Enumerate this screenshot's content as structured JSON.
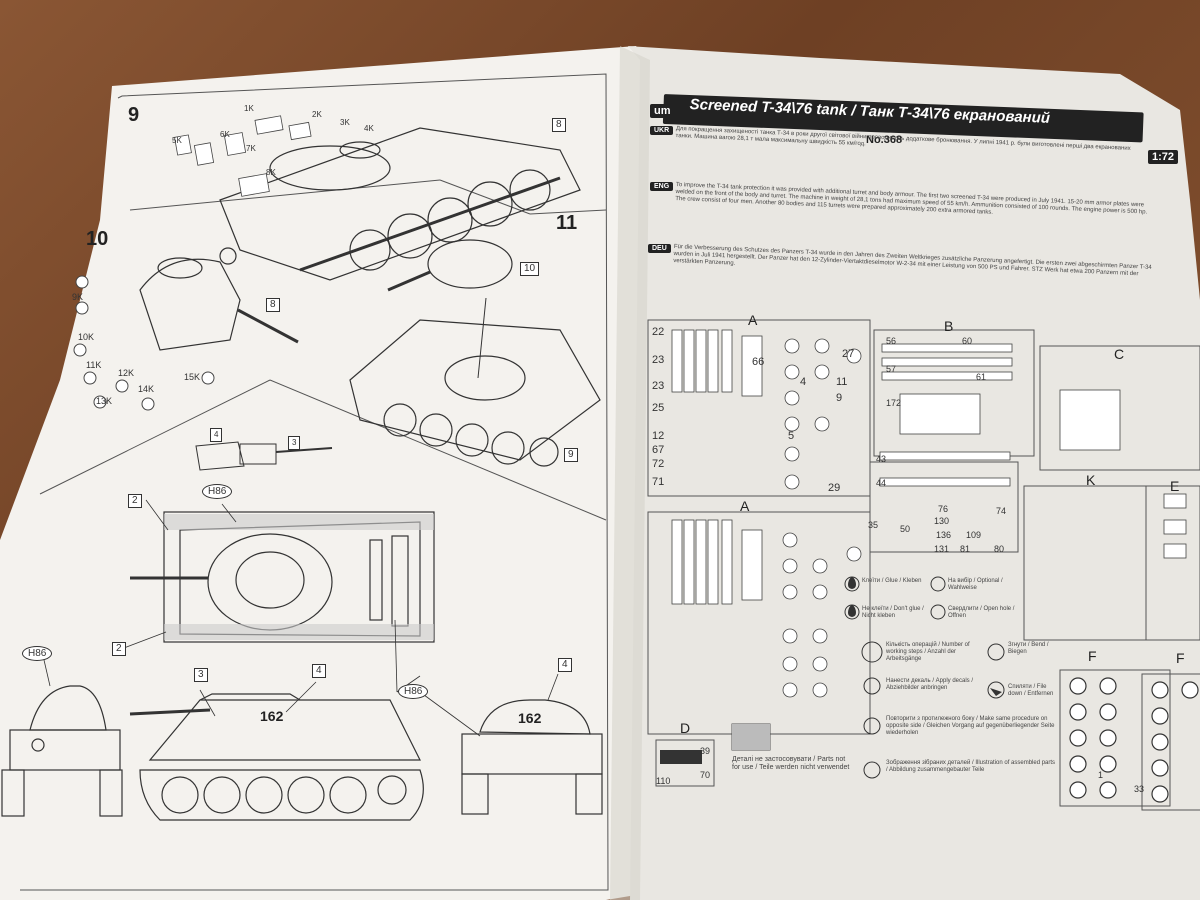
{
  "sheet": {
    "title": "Screened T-34\\76 tank / Танк Т-34\\76 екранований",
    "brand": "um",
    "kit_number": "No.368",
    "scale": "1:72"
  },
  "languages": [
    {
      "code": "UKR",
      "text": "Для покращення захищеності танка Т-34 в роки другої світової війни проводилось додаткове бронювання. У липні 1941 р. були виготовлені перші два екранованих танки. Машина вагою 28,1 т мала максимальну швидкість 55 км/год."
    },
    {
      "code": "ENG",
      "text": "To improve the T-34 tank protection it was provided with additional turret and body armour. The first two screened T-34 were produced in July 1941. 15-20 mm armor plates were welded on the front of the body and turret. The machine in weight of 28,1 tons had maximum speed of 55 km/h. Ammunition consisted of 100 rounds. The engine power is 500 hp. The crew consist of four men. Another 80 bodies and 115 turrets were prepared approximately 200 extra armored tanks."
    },
    {
      "code": "DEU",
      "text": "Für die Verbesserung des Schutzes des Panzers T-34 wurde in den Jahren des Zweiten Weltkrieges zusätzliche Panzerung angefertigt. Die ersten zwei abgeschirmten Panzer T-34 wurden in Juli 1941 hergestellt. Der Panzer hat den 12-Zylinder-Viertaktdieselmotor W-2-34 mit einer Leistung von 500 PS und Fahrer. STZ Werk hat etwa 200 Panzern mit der verstärkten Panzerung."
    }
  ],
  "steps": {
    "s9": "9",
    "s10": "10",
    "s11": "11",
    "ref8a": "8",
    "ref8b": "8",
    "ref10": "10",
    "ref9": "9"
  },
  "step9_parts": [
    "1K",
    "2K",
    "3K",
    "4K",
    "5K",
    "6K",
    "7K",
    "8K"
  ],
  "step10_parts": [
    "9K",
    "10K",
    "11K",
    "12K",
    "13K",
    "14K",
    "15K"
  ],
  "callouts": {
    "two_a": "2",
    "two_b": "2",
    "three_a": "3",
    "three_b": "3",
    "four_a": "4",
    "four_b": "4",
    "four_c": "4",
    "h86_a": "H86",
    "h86_b": "H86",
    "h86_c": "H86",
    "turret_number_a": "162",
    "turret_number_b": "162"
  },
  "sprues": {
    "A": "A",
    "A2": "A",
    "B": "B",
    "C": "C",
    "D": "D",
    "E": "E",
    "F": "F",
    "F2": "F",
    "K": "K"
  },
  "sprue_numbers": {
    "a": [
      "22",
      "23",
      "23",
      "25",
      "12",
      "67",
      "72",
      "71",
      "27",
      "11",
      "9",
      "4",
      "5",
      "29",
      "66"
    ],
    "b": [
      "56",
      "60",
      "57",
      "61",
      "172",
      "43",
      "44",
      "35",
      "50",
      "76",
      "130",
      "136",
      "131",
      "74",
      "109",
      "81",
      "80"
    ],
    "d": [
      "39",
      "110",
      "70"
    ],
    "f": [
      "33",
      "1"
    ]
  },
  "legend": [
    {
      "icon": "glue-icon",
      "text": "Клеїти / Glue / Kleben"
    },
    {
      "icon": "no-glue-icon",
      "text": "Не клеїти / Don't glue / Nicht kleben"
    },
    {
      "icon": "optional-icon",
      "text": "На вибір / Optional / Wahlweise"
    },
    {
      "icon": "drill-icon",
      "text": "Свердлити / Open hole / Offnen"
    },
    {
      "icon": "repeat-icon",
      "text": "Кількість операцій / Number of working steps / Anzahl der Arbeitsgänge"
    },
    {
      "icon": "bend-icon",
      "text": "Згнути / Bend / Biegen"
    },
    {
      "icon": "decal-icon",
      "text": "Нанести декаль / Apply decals / Abziehbilder anbringen"
    },
    {
      "icon": "file-icon",
      "text": "Спиляти / File down / Entfernen"
    },
    {
      "icon": "mirror-icon",
      "text": "Повторити з протилежного боку / Make same procedure on opposite side / Gleichen Vorgang auf gegenüberliegender Seite wiederholen"
    },
    {
      "icon": "assembled-icon",
      "text": "Зображення зібраних деталей / Illustration of assembled parts / Abbildung zusammengebauter Teile"
    }
  ],
  "not_for_use": "Деталі не застосовувати / Parts not for use / Teile werden nicht verwendet"
}
